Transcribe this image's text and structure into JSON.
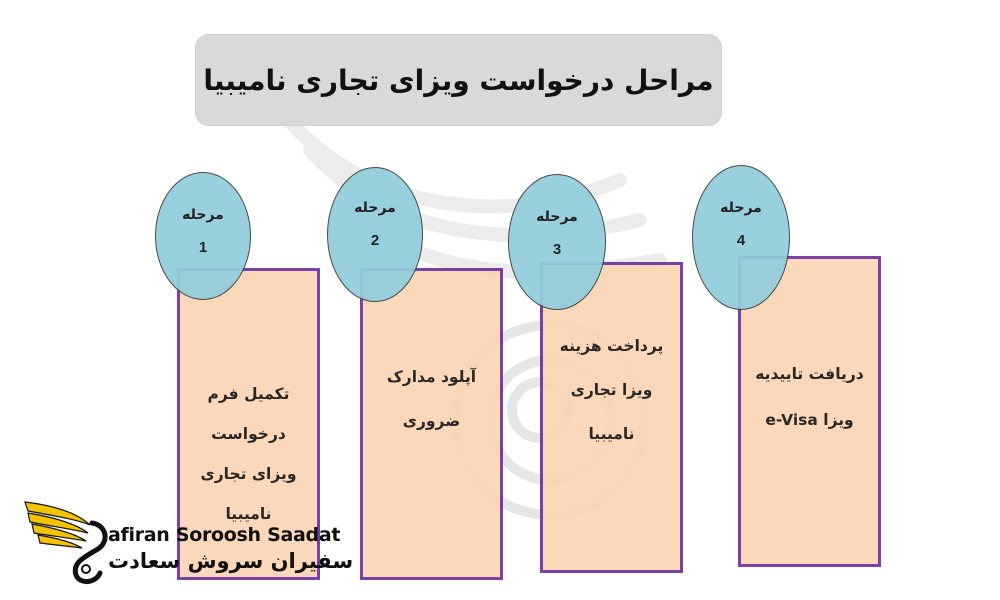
{
  "title": "مراحل درخواست ویزای تجاری نامیبیا",
  "colors": {
    "title_bg": "#d9d9d9",
    "ellipse_fill": "#92cddc",
    "ellipse_border": "#3a3a3a",
    "box_fill": "#fcd5b5",
    "box_border": "#7030a0",
    "logo_wing": "#f5c400"
  },
  "steps": [
    {
      "label": "مرحله",
      "number": "1",
      "lines": [
        "تکمیل فرم",
        "درخواست",
        "ویزای تجاری",
        "نامیبیا"
      ]
    },
    {
      "label": "مرحله",
      "number": "2",
      "lines": [
        "آپلود مدارک",
        "ضروری"
      ]
    },
    {
      "label": "مرحله",
      "number": "3",
      "lines": [
        "پرداخت هزینه",
        "ویزا تجاری",
        "نامیبیا"
      ]
    },
    {
      "label": "مرحله",
      "number": "4",
      "lines": [
        "دریافت تاییدیه",
        "ویزا e-Visa"
      ]
    }
  ],
  "logo": {
    "name_en": "Safiran Soroosh Saadat",
    "name_en_tail": "afiran Soroosh Saadat",
    "name_fa": "سفیران سروش سعادت",
    "icon": "swan-wing-logo-icon"
  }
}
